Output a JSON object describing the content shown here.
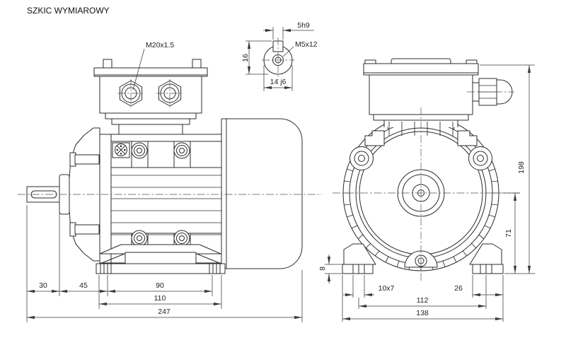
{
  "title": "SZKIC WYMIAROWY",
  "colors": {
    "background": "#ffffff",
    "line": "#2b2b2b",
    "dim": "#3a3a3a"
  },
  "side_view": {
    "gland_thread": "M20x1.5",
    "dims": {
      "shaft_length": "30",
      "face_to_foot": "45",
      "foot_hole_span": "90",
      "foot_length": "110",
      "total_length": "247"
    }
  },
  "shaft_detail": {
    "key_width": "5h9",
    "tap_thread": "M5x12",
    "height_over_key": "16",
    "shaft_diameter": "14 j6"
  },
  "front_view": {
    "dims": {
      "total_height": "198",
      "shaft_center_height": "71",
      "foot_thickness": "8",
      "foot_slot": "10x7",
      "foot_pad_width": "26",
      "foot_hole_spacing": "112",
      "overall_width": "138"
    }
  }
}
